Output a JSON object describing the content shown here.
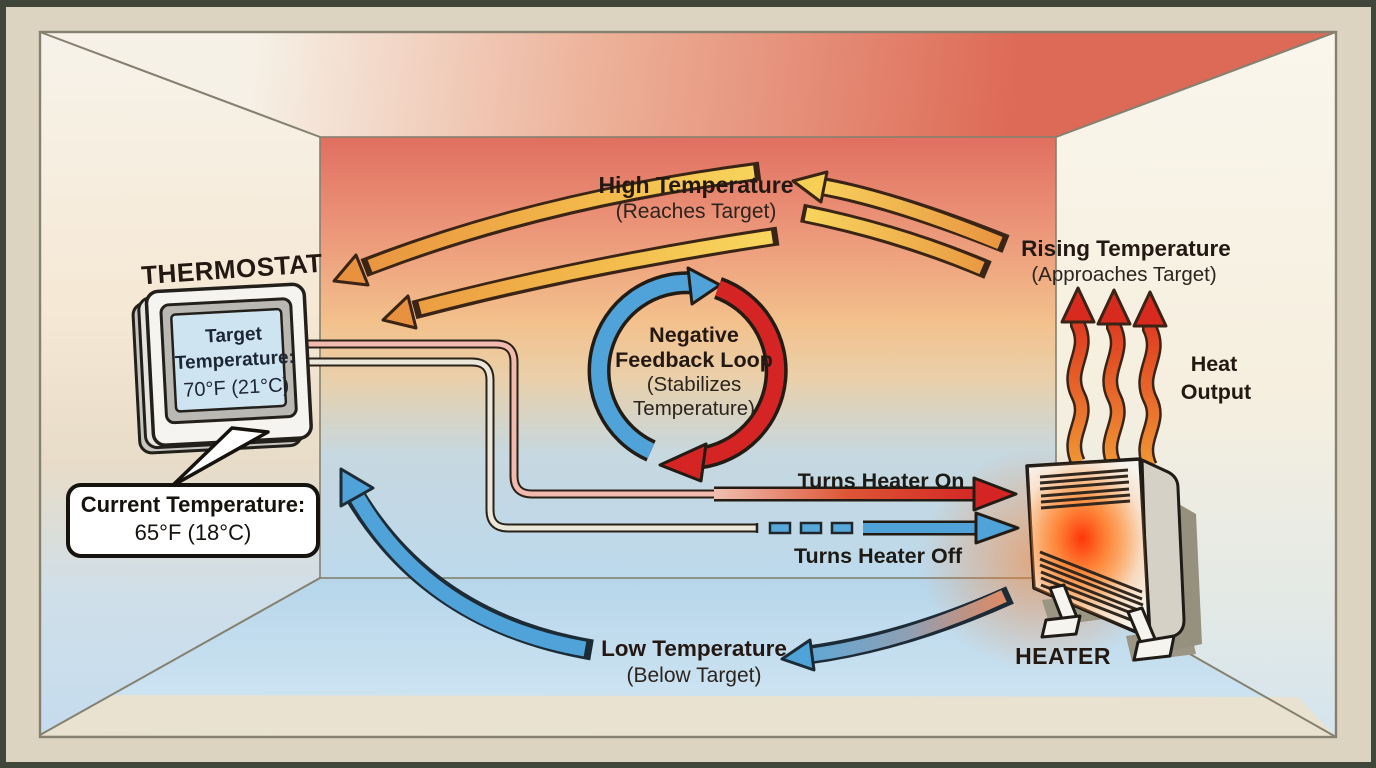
{
  "scene": {
    "thermostat": {
      "label": "THERMOSTAT",
      "screen": {
        "line1": "Target",
        "line2": "Temperature:",
        "value": "70°F (21°C)"
      }
    },
    "current_temperature": {
      "label": "Current Temperature:",
      "value": "65°F (18°C)"
    },
    "high_temperature": {
      "title": "High Temperature",
      "subtitle": "(Reaches Target)"
    },
    "rising_temperature": {
      "title": "Rising Temperature",
      "subtitle": "(Approaches Target)"
    },
    "feedback_loop": {
      "line1": "Negative",
      "line2": "Feedback Loop",
      "line3": "(Stabilizes",
      "line4": "Temperature)"
    },
    "control_signals": {
      "on": "Turns Heater On",
      "off": "Turns Heater Off"
    },
    "heat_output": {
      "line1": "Heat",
      "line2": "Output"
    },
    "low_temperature": {
      "title": "Low Temperature",
      "subtitle": "(Below Target)"
    },
    "heater": {
      "label": "HEATER"
    }
  },
  "colors": {
    "hot_red": "#d42424",
    "cool_blue": "#4fa3d8",
    "arrow_yellow": "#f8d85e",
    "arrow_orange": "#e8913f",
    "wall_beige": "#ded6c3",
    "floor_blue": "#bfdaec",
    "ceiling_red": "#dd6a56"
  }
}
